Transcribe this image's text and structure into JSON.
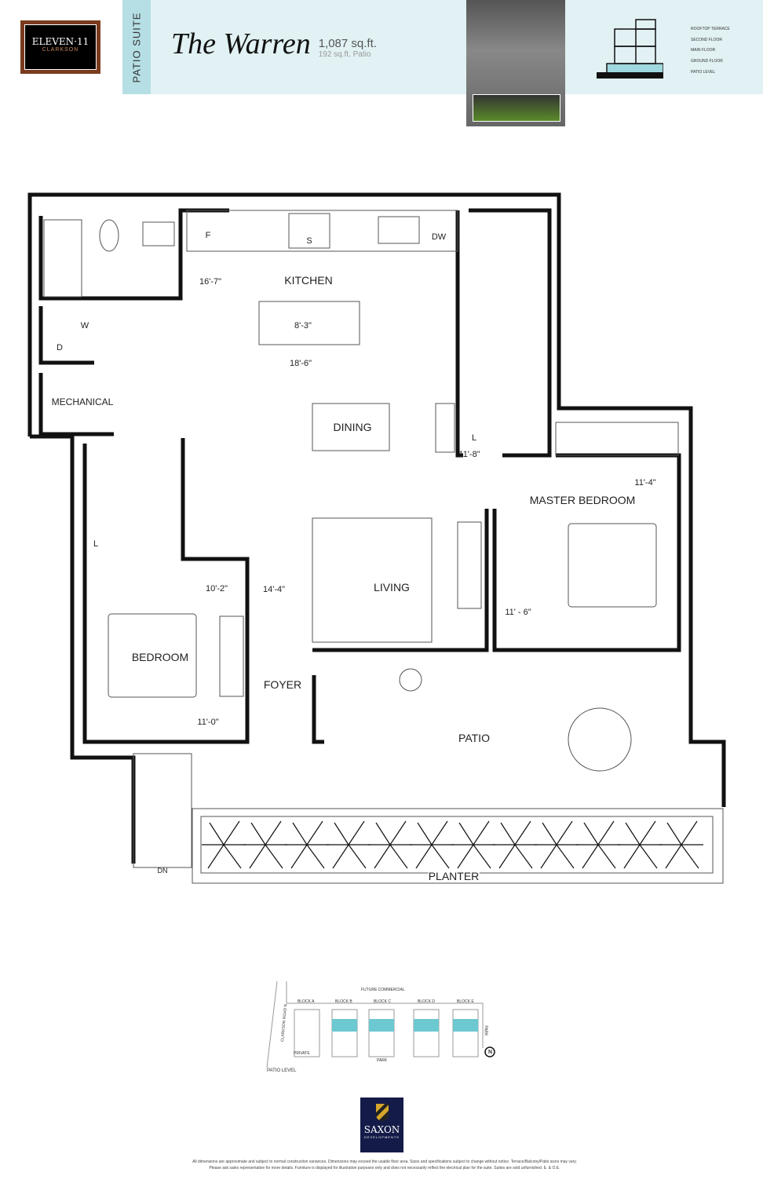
{
  "header": {
    "brand": {
      "name": "ELEVEN·11",
      "sub": "CLARKSON"
    },
    "suite_type": "PATIO SUITE",
    "suite_name": "The Warren",
    "area": "1,087 sq.ft.",
    "patio_area": "192 sq.ft. Patio",
    "section_levels": [
      "ROOFTOP TERRACE",
      "SECOND FLOOR",
      "MAIN FLOOR",
      "GROUND FLOOR",
      "PATIO LEVEL"
    ],
    "accent": "#b5dfe5"
  },
  "plan": {
    "rooms": {
      "kitchen": "KITCHEN",
      "dining": "DINING",
      "living": "LIVING",
      "master": "MASTER BEDROOM",
      "bedroom": "BEDROOM",
      "foyer": "FOYER",
      "patio": "PATIO",
      "planter": "PLANTER",
      "mechanical": "MECHANICAL"
    },
    "fixtures": {
      "washer": "W",
      "dryer": "D",
      "fridge": "F",
      "stove": "S",
      "dishwasher": "DW",
      "linen1": "L",
      "linen2": "L",
      "down": "DN"
    },
    "dims": {
      "kitchen_w": "16'-7\"",
      "island_a": "8'-3\"",
      "kitchen_l": "18'-6\"",
      "ens": "11'-8\"",
      "master_w": "11'-4\"",
      "bed_w": "10'-2\"",
      "bed_l": "14'-4\"",
      "master_l": "11' - 6\"",
      "bed_d": "11'-0\""
    }
  },
  "keyplan": {
    "top": "FUTURE COMMERCIAL",
    "blocks": [
      "BLOCK A",
      "BLOCK B",
      "BLOCK C",
      "BLOCK D",
      "BLOCK E"
    ],
    "road": "CLARKSON ROAD N",
    "bottom": "PARK",
    "lane": "PRIVATE",
    "right": "PARK",
    "north": "N",
    "level": "PATIO LEVEL"
  },
  "developer": {
    "name": "SAXON",
    "sub": "DEVELOPMENTS"
  },
  "disclaimer": [
    "All dimensions are approximate and subject to normal construction variances. Dimensions may exceed the usable floor area. Sizes and specifications subject to change without notice. Terrace/Balcony/Patio sizes may vary.",
    "Please ask sales representative for more details. Furniture is displayed for illustration purposes only and does not necessarily reflect the electrical plan for the suite. Suites are sold unfurnished. E. & O.E."
  ]
}
